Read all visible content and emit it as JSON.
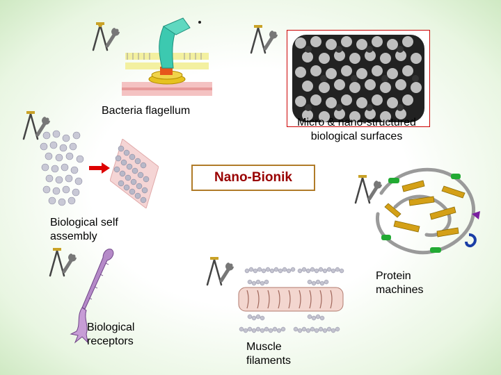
{
  "center_label": "Nano-Bionik",
  "labels": {
    "bacteria_flagellum": "Bacteria flagellum",
    "micro_nano_surfaces": "Micro & nano-structured biological surfaces",
    "self_assembly": "Biological self assembly",
    "protein_machines": "Protein machines",
    "receptors": "Biological receptors",
    "muscle_filaments": "Muscle filaments"
  },
  "icons": [
    "compass-wrench-icon",
    "arrow-right-icon"
  ],
  "colors": {
    "title_text": "#990000",
    "title_border": "#b07b28",
    "frame_red": "#cc0000",
    "arrow_red": "#dd0000",
    "background_edge": "#cfe9c3"
  }
}
